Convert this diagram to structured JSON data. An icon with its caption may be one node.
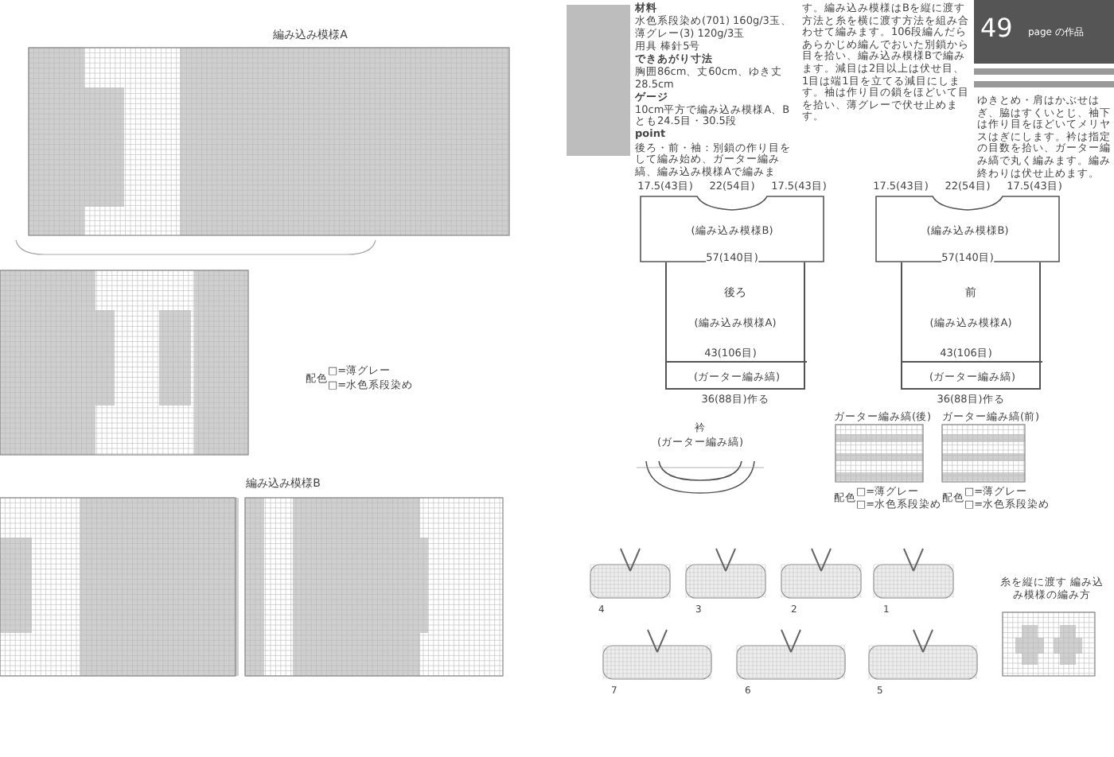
{
  "diagram": {
    "nodes": [
      {
        "text": [
          "(編み込み模様B)"
        ]
      },
      {
        "text": [
          "後ろ",
          "(編み込み模様A)"
        ]
      },
      {
        "text": [
          "(ガーター編み縞)"
        ],
        "in": 1
      },
      {
        "text": [
          "(編み込み模様B)"
        ]
      },
      {
        "text": [
          "前",
          "(編み込み模様A)"
        ]
      },
      {
        "text": [
          "(ガーター編み縞)"
        ],
        "in": 4
      }
    ],
    "labels": [
      "編み込み模様A",
      "編み込み模様B",
      "配色",
      "□=薄グレー",
      "□=水色系段染め",
      "49",
      "page の作品",
      "材料",
      "水色系段染め(701) 160g/3玉、薄グレー(3) 120g/3玉",
      "用具 棒針5号",
      "できあがり寸法",
      "胸囲86cm、丈60cm、ゆき丈28.5cm",
      "ゲージ",
      "10cm平方で編み込み模様A、Bとも24.5目・30.5段",
      "point",
      "後ろ・前・袖：別鎖の作り目をして編み始め、ガーター編み縞、編み込み模様Aで編みま",
      "す。編み込み模様はBを縦に渡す方法と糸を横に渡す方法を組み合わせて編みます。106段編んだらあらかじめ編んでおいた別鎖から目を拾い、編み込み模様Bで編みます。減目は2目以上は伏せ目、1目は端1目を立てる減目にします。袖は作り目の鎖をほどいて目を拾い、薄グレーで伏せ止めます。",
      "ゆきとめ・肩はかぶせはぎ、脇はすくいとじ、袖下は作り目をほどいてメリヤスはぎにします。衿は指定の目数を拾い、ガーター編み縞で丸く編みます。編み終わりは伏せ止めます。",
      "17.5(43目)",
      "22(54目)",
      "17.5(43目)",
      "57(140目)",
      "43(106目)",
      "36(88目)作る",
      "17.5(43目)",
      "22(54目)",
      "17.5(43目)",
      "57(140目)",
      "43(106目)",
      "36(88目)作る",
      "衿",
      "(ガーター編み縞)",
      "ガーター編み縞(後)",
      "ガーター編み縞(前)",
      "配色",
      "□=薄グレー",
      "□=水色系段染め",
      "配色",
      "□=薄グレー",
      "□=水色系段染め",
      "4",
      "3",
      "2",
      "1",
      "7",
      "6",
      "5",
      "糸を縦に渡す 編み込み模様の編み方"
    ]
  }
}
